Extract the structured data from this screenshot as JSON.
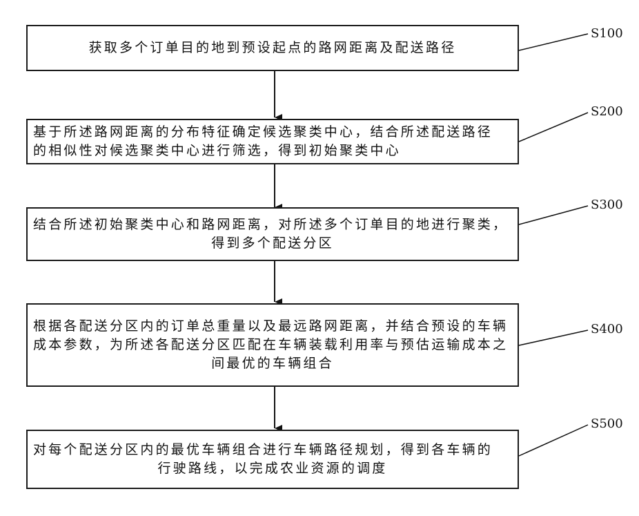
{
  "steps": [
    {
      "id": "S100",
      "lines": [
        "获取多个订单目的地到预设起点的路网距离及配送路径"
      ]
    },
    {
      "id": "S200",
      "lines": [
        "基于所述路网距离的分布特征确定候选聚类中心，结合所述配送路径",
        "的相似性对候选聚类中心进行筛选，得到初始聚类中心"
      ]
    },
    {
      "id": "S300",
      "lines": [
        "结合所述初始聚类中心和路网距离，对所述多个订单目的地进行聚类，",
        "得到多个配送分区"
      ]
    },
    {
      "id": "S400",
      "lines": [
        "根据各配送分区内的订单总重量以及最远路网距离，并结合预设的车辆",
        "成本参数，为所述各配送分区匹配在车辆装载利用率与预估运输成本之",
        "间最优的车辆组合"
      ]
    },
    {
      "id": "S500",
      "lines": [
        "对每个配送分区内的最优车辆组合进行车辆路径规划，得到各车辆的",
        "行驶路线，以完成农业资源的调度"
      ]
    }
  ]
}
